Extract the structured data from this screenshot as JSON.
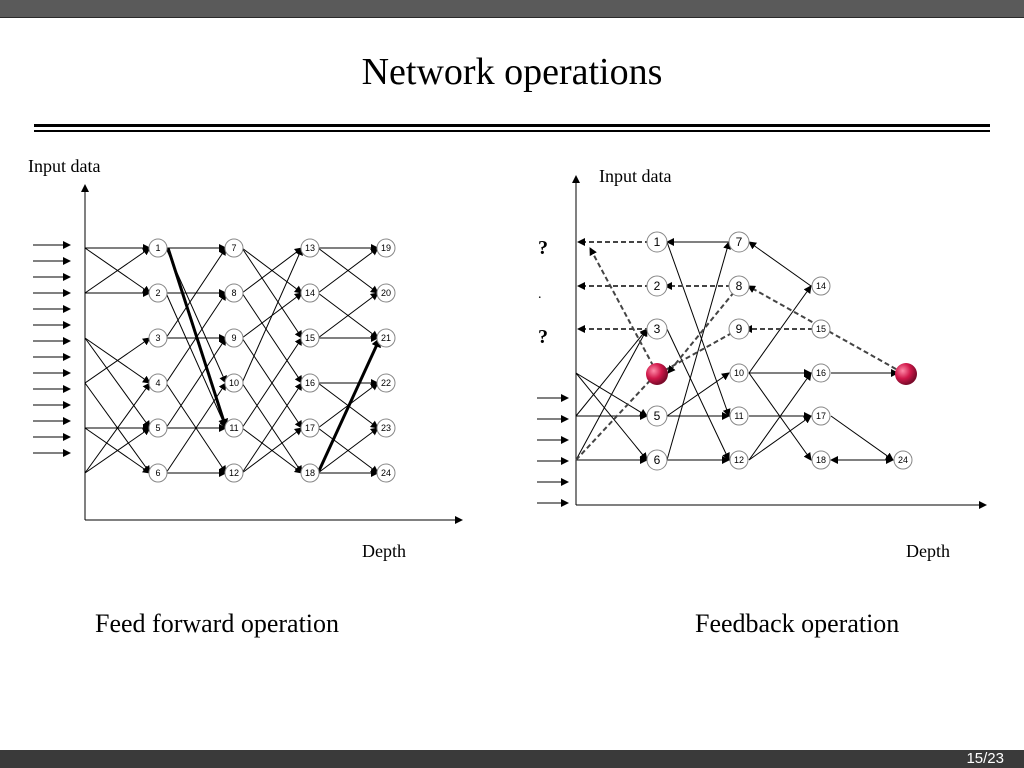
{
  "slide": {
    "title": "Network operations",
    "page": "15/23"
  },
  "left_diagram": {
    "y_label": "Input data",
    "x_label": "Depth",
    "caption": "Feed forward operation",
    "nodes": [
      "1",
      "2",
      "3",
      "4",
      "5",
      "6",
      "7",
      "8",
      "9",
      "10",
      "11",
      "12",
      "13",
      "14",
      "15",
      "16",
      "17",
      "18",
      "19",
      "20",
      "21",
      "22",
      "23",
      "24"
    ]
  },
  "right_diagram": {
    "y_label": "Input data",
    "x_label": "Depth",
    "caption": "Feedback operation",
    "question_marks": [
      "?",
      ".",
      "?"
    ],
    "nodes": [
      "1",
      "2",
      "3",
      "5",
      "6",
      "7",
      "8",
      "9",
      "10",
      "11",
      "12",
      "14",
      "15",
      "16",
      "17",
      "18",
      "24"
    ]
  },
  "colors": {
    "marker": "#d0184a",
    "top_bar": "#5a5a5a",
    "footer": "#3a3a3a"
  }
}
